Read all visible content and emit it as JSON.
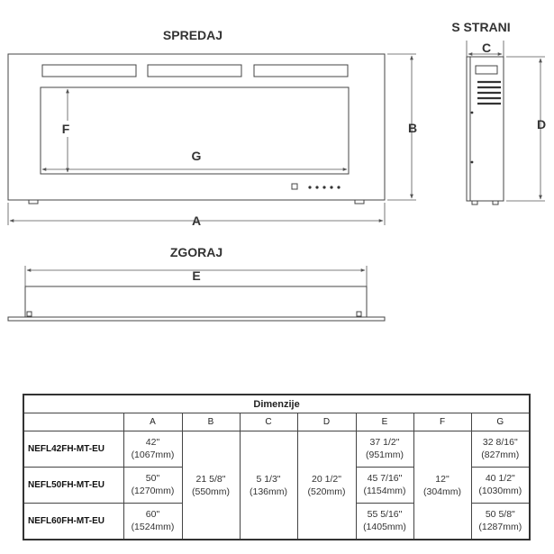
{
  "views": {
    "front": {
      "title": "SPREDAJ",
      "letters": {
        "a": "A",
        "b": "B",
        "f": "F",
        "g": "G"
      }
    },
    "side": {
      "title": "S STRANI",
      "letters": {
        "c": "C",
        "d": "D"
      }
    },
    "top": {
      "title": "ZGORAJ",
      "letters": {
        "e": "E"
      }
    }
  },
  "table": {
    "title": "Dimenzije",
    "columns": [
      "A",
      "B",
      "C",
      "D",
      "E",
      "F",
      "G"
    ],
    "rows": [
      {
        "model": "NEFL42FH-MT-EU",
        "a": [
          "42\"",
          "(1067mm)"
        ],
        "e": [
          "37 1/2\"",
          "(951mm)"
        ],
        "g": [
          "32 8/16\"",
          "(827mm)"
        ]
      },
      {
        "model": "NEFL50FH-MT-EU",
        "a": [
          "50\"",
          "(1270mm)"
        ],
        "e": [
          "45 7/16\"",
          "(1154mm)"
        ],
        "g": [
          "40 1/2\"",
          "(1030mm)"
        ]
      },
      {
        "model": "NEFL60FH-MT-EU",
        "a": [
          "60\"",
          "(1524mm)"
        ],
        "e": [
          "55 5/16\"",
          "(1405mm)"
        ],
        "g": [
          "50 5/8\"",
          "(1287mm)"
        ]
      }
    ],
    "shared": {
      "b": [
        "21 5/8\"",
        "(550mm)"
      ],
      "c": [
        "5 1/3\"",
        "(136mm)"
      ],
      "d": [
        "20 1/2\"",
        "(520mm)"
      ],
      "f": [
        "12\"",
        "(304mm)"
      ]
    }
  }
}
